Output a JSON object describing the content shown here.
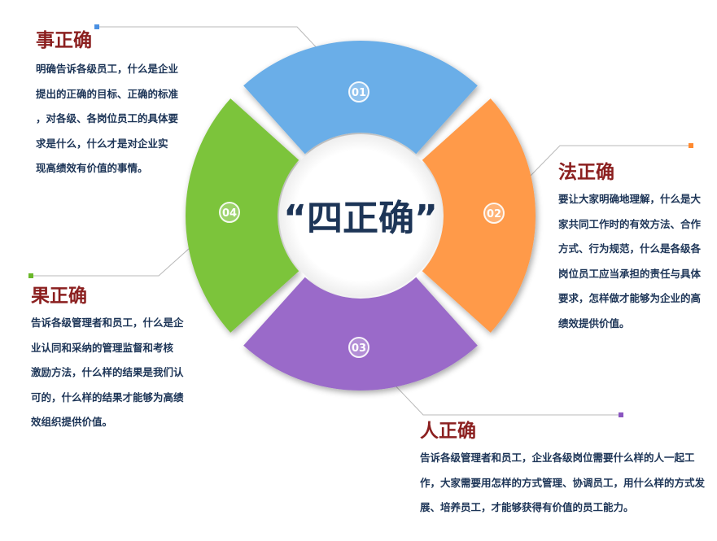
{
  "center": {
    "text": "“四正确”"
  },
  "segments": [
    {
      "number": "01",
      "color": "#6aaee8"
    },
    {
      "number": "02",
      "color": "#ff9a4a"
    },
    {
      "number": "03",
      "color": "#9a6bc9"
    },
    {
      "number": "04",
      "color": "#7cc43a"
    }
  ],
  "sections": {
    "s1": {
      "title": "事正确",
      "lines": [
        "明确告诉各级员工，什么是企业",
        "提出的正确的目标、正确的标准",
        "，对各级、各岗位员工的具体要",
        "求是什么，什么才是对企业实",
        "现高绩效有价值的事情。"
      ]
    },
    "s2": {
      "title": "法正确",
      "lines": [
        "要让大家明确地理解，什么是大",
        "家共同工作时的有效方法、合作",
        "方式、行为规范，什么是各级各",
        "岗位员工应当承担的责任与具体",
        "要求，怎样做才能够为企业的高",
        "绩效提供价值。"
      ]
    },
    "s3": {
      "title": "果正确",
      "lines": [
        "告诉各级管理者和员工，什么是企",
        "业认同和采纳的管理监督和考核",
        "激励方法，什么样的结果是我们认",
        "可的，什么样的结果才能够为高绩",
        "效组织提供价值。"
      ]
    },
    "s4": {
      "title": "人正确",
      "lines": [
        "告诉各级管理者和员工，企业各级岗位需要什么样的人一起工",
        "作，大家需要用怎样的方式管理、协调员工，用什么样的方式发",
        "展、培养员工，才能够获得有价值的员工能力。"
      ]
    }
  }
}
